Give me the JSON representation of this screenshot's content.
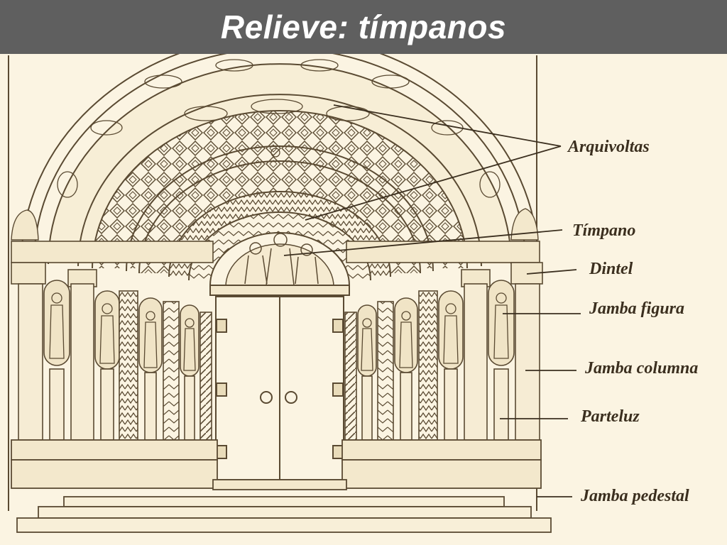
{
  "slide": {
    "title": "Relieve: tímpanos"
  },
  "diagram": {
    "labels": {
      "arquivoltas": "Arquivoltas",
      "timpano": "Tímpano",
      "dintel": "Dintel",
      "jamba_figura": "Jamba figura",
      "jamba_columna": "Jamba columna",
      "parteluz": "Parteluz",
      "jamba_pedestal": "Jamba pedestal"
    },
    "colors": {
      "background": "#fbf4e2",
      "line": "#5a4a32",
      "title_bar": "#5f5f5f",
      "title_text": "#ffffff"
    }
  }
}
